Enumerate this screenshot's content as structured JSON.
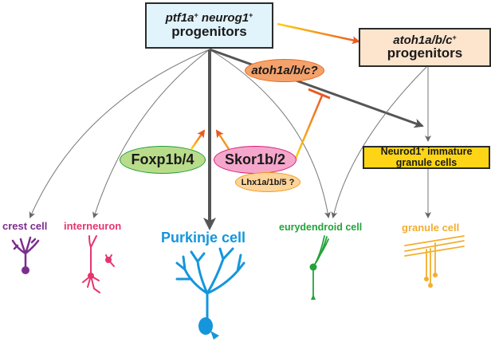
{
  "nodes": {
    "ptf1a_progenitors": {
      "line1": "ptf1a",
      "line1b": "neurog1",
      "sup": "+",
      "line2": "progenitors",
      "fill": "#e1f3fb"
    },
    "atoh1_progenitors": {
      "line1": "atoh1a/b/c",
      "sup": "+",
      "line2": "progenitors",
      "fill": "#fde4cc"
    },
    "neurod1_immature": {
      "line1": "Neurod1",
      "sup": "+",
      "line1_rest": " immature",
      "line2": "granule cells",
      "fill": "#fdd516"
    }
  },
  "factors": {
    "atoh1_question": {
      "label": "atoh1a/b/c?",
      "fill": "#f4a26c",
      "border": "#e8691e"
    },
    "foxp1b4": {
      "label": "Foxp1b/4",
      "fill": "#b9dc8b",
      "border": "#1f9b3a"
    },
    "skor1b2": {
      "label": "Skor1b/2",
      "fill": "#f4a7cb",
      "border": "#d81b7a"
    },
    "lhx1a": {
      "label": "Lhx1a/1b/5 ?",
      "fill": "#fdd49a",
      "border": "#f29a1e"
    }
  },
  "cell_types": [
    {
      "id": "crest",
      "label": "crest cell",
      "color": "#7b2d8e"
    },
    {
      "id": "interneuron",
      "label": "interneuron",
      "color": "#e4366e"
    },
    {
      "id": "purkinje",
      "label": "Purkinje cell",
      "color": "#1596dc"
    },
    {
      "id": "eurydendroid",
      "label": "eurydendroid cell",
      "color": "#23a33a"
    },
    {
      "id": "granule",
      "label": "granule cell",
      "color": "#f3ae2e"
    }
  ],
  "colors": {
    "arrow_gray": "#666666",
    "thin_gray": "#777777",
    "activation_start": "#fdd216",
    "activation_end": "#ea5a24"
  }
}
